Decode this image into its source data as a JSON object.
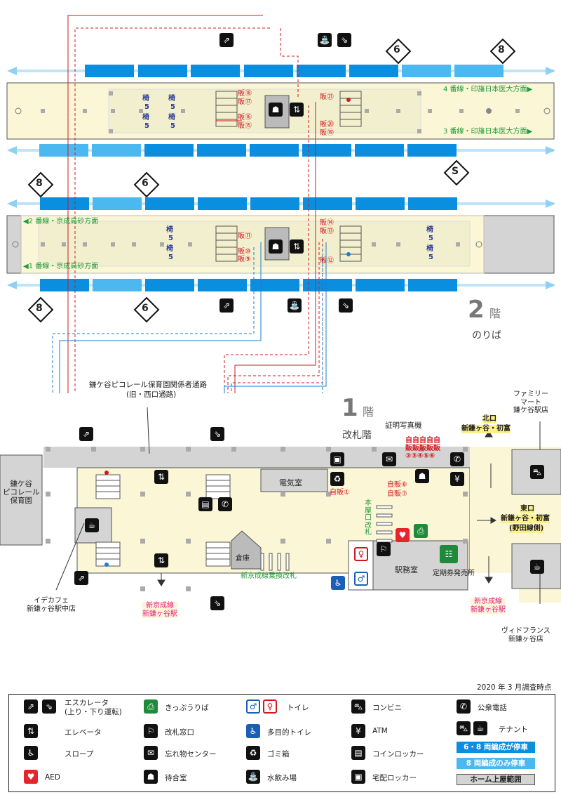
{
  "survey_date": "2020 年 3 月調査時点",
  "floor2": {
    "number": "2",
    "unit": "階",
    "name": "のりば"
  },
  "floor1": {
    "number": "1",
    "unit": "階",
    "name": "改札階"
  },
  "platform_upper": {
    "line4": "4 番線・印旛日本医大方面▶",
    "line3": "3 番線・印旛日本医大方面▶",
    "bench": "椅",
    "bench_num": "5",
    "vending": [
      "販⑱",
      "販⑰",
      "販⑯",
      "販⑮",
      "販㉑",
      "販⑳",
      "販⑲"
    ]
  },
  "platform_lower": {
    "line2": "◀2 番線・京成高砂方面",
    "line1": "◀1 番線・京成高砂方面",
    "vending": [
      "販⑪",
      "販⑩",
      "販⑨",
      "販⑭",
      "販⑬",
      "販⑫"
    ]
  },
  "car_marks": {
    "six": "6",
    "eight": "8",
    "s": "S"
  },
  "concourse": {
    "passage_label": "鎌ケ谷ピコレール保育園関係者通路",
    "passage_sub": "(旧・西口通路)",
    "nursery": "鎌ケ谷\nピコレール\n保育園",
    "photo_machine": "証明写真機",
    "vending_top": "自自自自自\n販販販販販\n②③④⑤⑥",
    "vending1": "自販①",
    "vending8": "自販⑧",
    "vending7": "自販⑦",
    "electric_room": "電気室",
    "storage": "倉庫",
    "station_office": "駅務室",
    "transfer_gate": "新京成線乗換改札",
    "main_gate": "本屋口改札",
    "commuter_office": "定期券発売所",
    "north_exit": "北口",
    "north_dest": "新鎌ヶ谷・初富",
    "east_exit": "東口",
    "east_dest": "新鎌ヶ谷・初富",
    "east_dest2": "(野田線側)",
    "family_mart": "ファミリー\nマート\n鎌ケ谷駅店",
    "ide_cafe": "イデカフェ\n新鎌ヶ谷駅中店",
    "vie_de_france": "ヴィドフランス\n新鎌ヶ谷店",
    "shinkeisei_left": "新京成線\n新鎌ヶ谷駅",
    "shinkeisei_right": "新京成線\n新鎌ヶ谷駅"
  },
  "legend": {
    "escalator": "エスカレータ\n(上り・下り運転)",
    "elevator": "エレベータ",
    "slope": "スロープ",
    "aed": "AED",
    "ticket": "きっぷうりば",
    "gate_window": "改札窓口",
    "lost_found": "忘れ物センター",
    "waiting": "待合室",
    "toilet": "トイレ",
    "multi_toilet": "多目的トイレ",
    "trash": "ゴミ箱",
    "water": "水飲み場",
    "conveni": "コンビニ",
    "atm": "ATM",
    "locker": "コインロッカー",
    "delivery_locker": "宅配ロッカー",
    "phone": "公衆電話",
    "tenant": "テナント",
    "stop_68": "6・8 両編成が停車",
    "stop_8": "8 両編成のみ停車",
    "roof": "ホーム上屋範囲"
  },
  "colors": {
    "track_dark": "#0a8fe0",
    "track_light": "#4bb9f0",
    "platform": "#fbf6d6",
    "roof": "#d4d4d4",
    "line_green": "#1f9a3a",
    "vending_red": "#d0181f",
    "gate_magenta": "#e0208a"
  }
}
